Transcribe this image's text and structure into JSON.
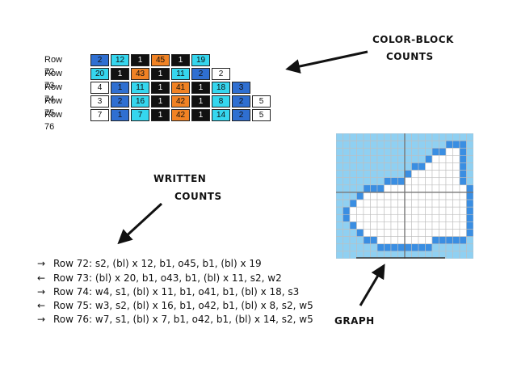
{
  "colors": {
    "s": "#2f6fd1",
    "bl": "#35d6ee",
    "b": "#111111",
    "o": "#f08224",
    "w": "#ffffff",
    "graph_light": "#8fd0f2",
    "graph_dark": "#3a8ee2",
    "graph_white": "#ffffff"
  },
  "callouts": {
    "color_block_line1": "COLOR-BLOCK",
    "color_block_line2": "COUNTS",
    "written_line1": "WRITTEN",
    "written_line2": "COUNTS",
    "graph": "GRAPH"
  },
  "block_rows": [
    {
      "label": "Row 72",
      "cells": [
        {
          "c": "s",
          "n": "2"
        },
        {
          "c": "bl",
          "n": "12"
        },
        {
          "c": "b",
          "n": "1"
        },
        {
          "c": "o",
          "n": "45"
        },
        {
          "c": "b",
          "n": "1"
        },
        {
          "c": "bl",
          "n": "19"
        }
      ]
    },
    {
      "label": "Row 73",
      "cells": [
        {
          "c": "bl",
          "n": "20"
        },
        {
          "c": "b",
          "n": "1"
        },
        {
          "c": "o",
          "n": "43"
        },
        {
          "c": "b",
          "n": "1"
        },
        {
          "c": "bl",
          "n": "11"
        },
        {
          "c": "s",
          "n": "2"
        },
        {
          "c": "w",
          "n": "2"
        }
      ]
    },
    {
      "label": "Row 74",
      "cells": [
        {
          "c": "w",
          "n": "4"
        },
        {
          "c": "s",
          "n": "1"
        },
        {
          "c": "bl",
          "n": "11"
        },
        {
          "c": "b",
          "n": "1"
        },
        {
          "c": "o",
          "n": "41"
        },
        {
          "c": "b",
          "n": "1"
        },
        {
          "c": "bl",
          "n": "18"
        },
        {
          "c": "s",
          "n": "3"
        }
      ]
    },
    {
      "label": "Row 75",
      "cells": [
        {
          "c": "w",
          "n": "3"
        },
        {
          "c": "s",
          "n": "2"
        },
        {
          "c": "bl",
          "n": "16"
        },
        {
          "c": "b",
          "n": "1"
        },
        {
          "c": "o",
          "n": "42"
        },
        {
          "c": "b",
          "n": "1"
        },
        {
          "c": "bl",
          "n": "8"
        },
        {
          "c": "s",
          "n": "2"
        },
        {
          "c": "w",
          "n": "5"
        }
      ]
    },
    {
      "label": "Row 76",
      "cells": [
        {
          "c": "w",
          "n": "7"
        },
        {
          "c": "s",
          "n": "1"
        },
        {
          "c": "bl",
          "n": "7"
        },
        {
          "c": "b",
          "n": "1"
        },
        {
          "c": "o",
          "n": "42"
        },
        {
          "c": "b",
          "n": "1"
        },
        {
          "c": "bl",
          "n": "14"
        },
        {
          "c": "s",
          "n": "2"
        },
        {
          "c": "w",
          "n": "5"
        }
      ]
    }
  ],
  "written_rows": [
    {
      "dir": "right",
      "text": "Row 72: s2, (bl) x 12, b1, o45, b1, (bl) x 19"
    },
    {
      "dir": "left",
      "text": "Row 73: (bl) x 20, b1, o43, b1, (bl) x 11, s2, w2"
    },
    {
      "dir": "right",
      "text": "Row 74: w4, s1, (bl) x 11, b1, o41, b1, (bl) x 18, s3"
    },
    {
      "dir": "left",
      "text": "Row 75: w3, s2, (bl) x 16, b1, o42, b1, (bl) x 8, s2, w5"
    },
    {
      "dir": "right",
      "text": "Row 76: w7, s1, (bl) x 7, b1, o42, b1, (bl) x 14, s2, w5"
    }
  ],
  "graph_grid": [
    "LLLLLLLLLLLLLLLLLLLL",
    "LLLLLLLLLLLLLLLLDDDL",
    "LLLLLLLLLLLLLLDDWWDL",
    "LLLLLLLLLLLLLDWWWWDL",
    "LLLLLLLLLLLDDWWWWWDL",
    "LLLLLLLLLLDWWWWWWWDL",
    "LLLLLLLDDDWWWWWWWWDL",
    "LLLLDDDWWWWWWWWWWWWD",
    "LLLDWWWWWWWWWWWWWWWD",
    "LLDWWWWWWWWWWWWWWWWD",
    "LDWWWWWWWWWWWWWWWWWD",
    "LDWWWWWWWWWWWWWWWWWD",
    "LLDWWWWWWWWWWWWWWWWD",
    "LLLDWWWWWWWWWWWWWWWD",
    "LLLLDDWWWWWWWWDDDDDL",
    "LLLLLLDDDDDDDDLLLLLL",
    "LLLLLLLLLLLLLLLLLLLL"
  ]
}
